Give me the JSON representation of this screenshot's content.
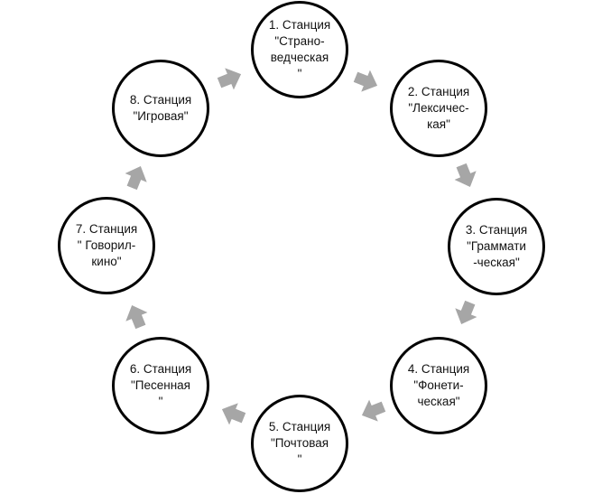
{
  "stations": [
    {
      "lines": [
        "1. Станция",
        "\"Страно-",
        "ведческая",
        "\""
      ]
    },
    {
      "lines": [
        "2. Станция",
        "\"Лексичес-",
        "кая\""
      ]
    },
    {
      "lines": [
        "3. Станция",
        "\"Граммати",
        "-ческая\""
      ]
    },
    {
      "lines": [
        "4. Станция",
        "\"Фонети-",
        "ческая\""
      ]
    },
    {
      "lines": [
        "5. Станция",
        "\"Почтовая",
        "\""
      ]
    },
    {
      "lines": [
        "6. Станция",
        "\"Песенная",
        "\""
      ]
    },
    {
      "lines": [
        "7. Станция",
        "\" Говорил-",
        "кино\""
      ]
    },
    {
      "lines": [
        "8. Станция",
        "\"Игровая\""
      ]
    }
  ],
  "arrows": [
    {
      "from": 1,
      "to": 2
    },
    {
      "from": 2,
      "to": 3
    },
    {
      "from": 3,
      "to": 4
    },
    {
      "from": 4,
      "to": 5
    },
    {
      "from": 5,
      "to": 6
    },
    {
      "from": 6,
      "to": 7
    },
    {
      "from": 7,
      "to": 8
    },
    {
      "from": 8,
      "to": 1
    }
  ],
  "colors": {
    "circle_border": "#000000",
    "arrow": "#a6a6a6",
    "text": "#111111"
  }
}
